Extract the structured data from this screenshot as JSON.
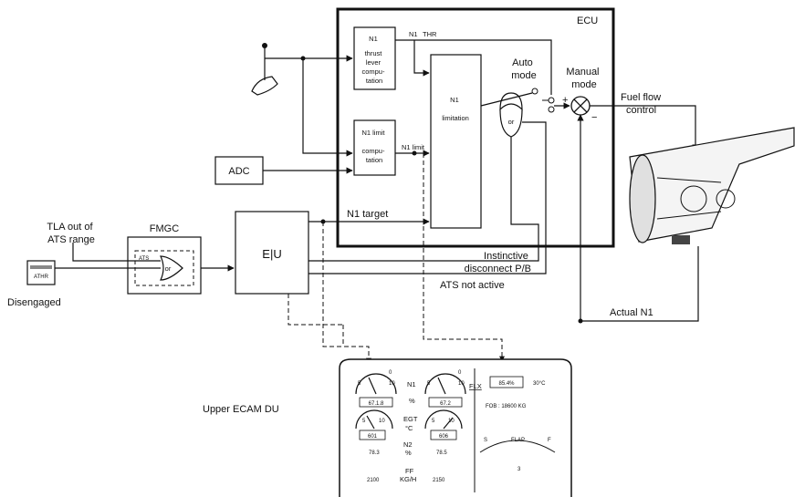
{
  "ecu": {
    "title": "ECU"
  },
  "blocks": {
    "n1_thrust_lever": [
      "N1",
      "thrust",
      "lever",
      "compu-",
      "tation"
    ],
    "n1_limit_comp": [
      "N1 limit",
      "compu-",
      "tation"
    ],
    "n1_limitation": [
      "N1",
      "limitation"
    ],
    "adc": "ADC",
    "fmgc": "FMGC",
    "eiu": "E|U",
    "athr_button": "ATHR",
    "ats_label": "ATS",
    "or_gate_fmgc": "or",
    "or_gate_ecu": "or"
  },
  "labels": {
    "n1_thr": "N1",
    "thr": "THR",
    "n1_limit": "N1 limit",
    "n1_target": "N1 target",
    "auto_mode": [
      "Auto",
      "mode"
    ],
    "manual_mode": [
      "Manual",
      "mode"
    ],
    "plus": "+",
    "minus": "−",
    "fuel_flow": [
      "Fuel flow",
      "control"
    ],
    "instinctive": [
      "Instinctive",
      "disconnect P/B"
    ],
    "ats_not_active": "ATS not active",
    "tla": [
      "TLA out of",
      "ATS range"
    ],
    "disengaged": "Disengaged",
    "actual_n1": "Actual N1",
    "upper_ecam": "Upper ECAM DU"
  },
  "ecam": {
    "n1_label": "N1",
    "n1_unit": "%",
    "n1_left": "67.1.8",
    "n1_right": "67.2",
    "egt_label": "EGT",
    "egt_unit": "°C",
    "egt_left": "601",
    "egt_right": "606",
    "n2_label": "N2",
    "n2_unit": "%",
    "n2_left": "78.3",
    "n2_right": "78.5",
    "ff_label": "FF",
    "ff_unit": "KG/H",
    "ff_left": "2100",
    "ff_right": "2150",
    "flx": "FLX",
    "flx_value": "85.4%",
    "flx_temp": "30°C",
    "fob": "FOB : 18600 KG",
    "flap": "FLAP",
    "flap_s": "S",
    "flap_f": "F",
    "flap_value": "3",
    "dial_zero": "0",
    "dial_five": "5",
    "dial_ten": "10"
  }
}
